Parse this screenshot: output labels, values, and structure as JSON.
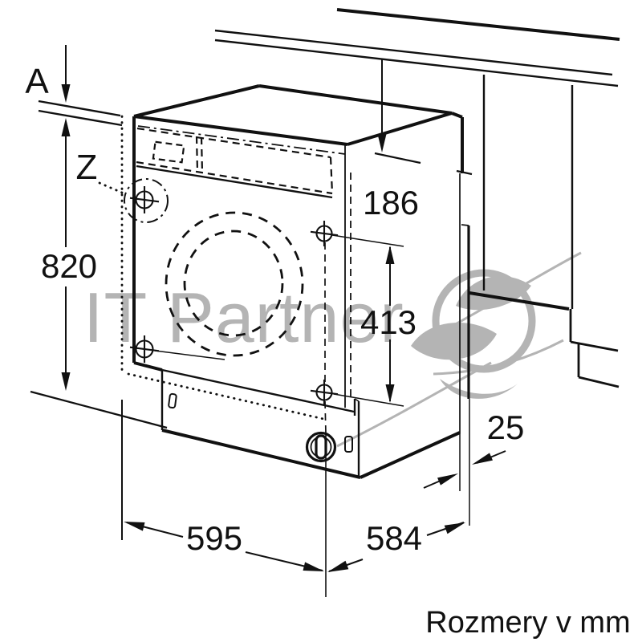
{
  "page": {
    "background": "#ffffff",
    "line_color": "#111111",
    "accent_gray": "#b4b4b4"
  },
  "caption": {
    "text": "Rozmery v mm"
  },
  "watermark": {
    "text": "IT Partner",
    "color": "#b4b4b4"
  },
  "labels": {
    "section": "A",
    "detail": "Z"
  },
  "dimensions": {
    "niche_height": "820",
    "top_offset": "186",
    "hole_spacing": "413",
    "door_gap": "25",
    "width": "595",
    "depth": "584"
  },
  "drawing": {
    "type": "technical-drawing",
    "subject": "built-in washing machine installation dimensions",
    "parts": [
      "countertop",
      "adjacent-cabinet",
      "washer-body",
      "control-panel",
      "door-porthole",
      "mounting-holes",
      "plinth",
      "service-knob",
      "furniture-door-edge",
      "floor-line"
    ]
  }
}
